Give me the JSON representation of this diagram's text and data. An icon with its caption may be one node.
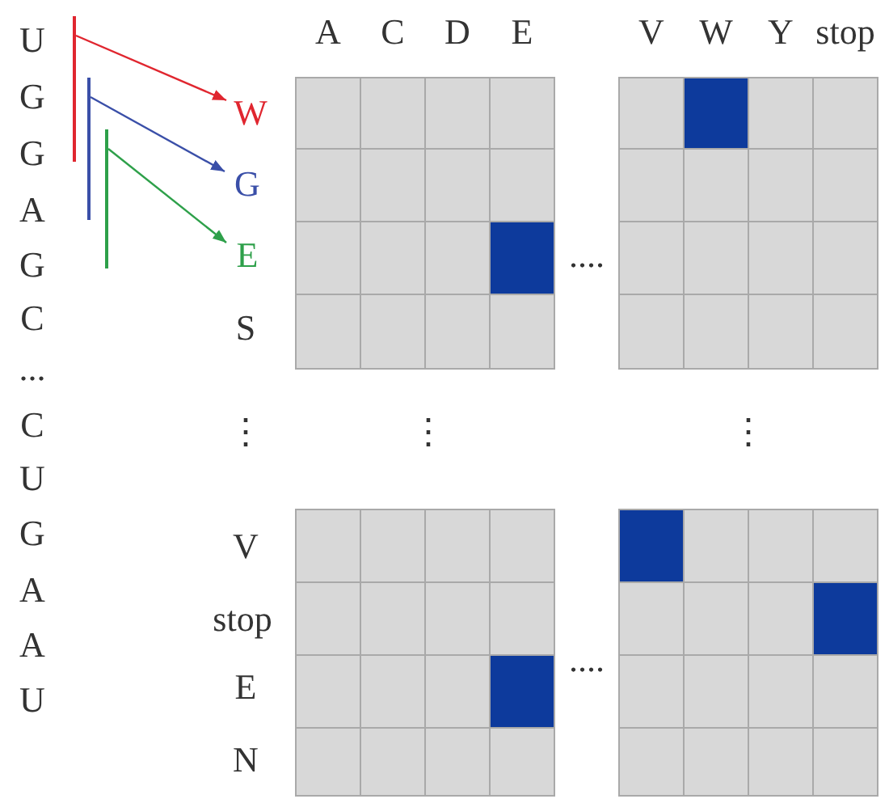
{
  "diagram": {
    "nodes": [
      {
        "text": [],
        "shape": "bar"
      },
      {
        "text": [],
        "shape": "bar"
      },
      {
        "text": [],
        "shape": "bar"
      },
      {
        "text": [
          "W"
        ]
      },
      {
        "text": [
          "G"
        ]
      },
      {
        "text": [
          "E"
        ]
      }
    ],
    "edges": [
      {
        "from": 0,
        "to": 3,
        "arrow": "to",
        "color": "#e0262f"
      },
      {
        "from": 1,
        "to": 4,
        "arrow": "to",
        "color": "#3a4fa8"
      },
      {
        "from": 2,
        "to": 5,
        "arrow": "to",
        "color": "#2ea04a"
      }
    ],
    "labels": [
      "U",
      "G",
      "G",
      "A",
      "G",
      "C",
      "...",
      "C",
      "U",
      "G",
      "A",
      "A",
      "U",
      "A",
      "C",
      "D",
      "E",
      "V",
      "W",
      "Y",
      "stop",
      "....",
      "S",
      "⋮",
      "⋮",
      "⋮",
      "V",
      "stop",
      "....",
      "E",
      "N"
    ]
  }
}
